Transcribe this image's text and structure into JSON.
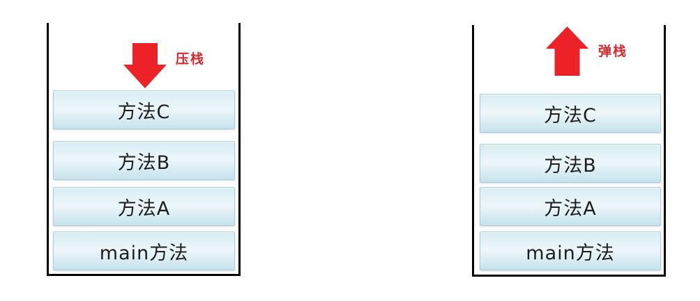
{
  "diagram_title": "stack-push-pop-illustration",
  "left_stack": {
    "operation": "push",
    "arrow": {
      "direction": "down",
      "label": "压栈"
    },
    "frames": [
      "方法C",
      "方法B",
      "方法A",
      "main方法"
    ]
  },
  "right_stack": {
    "operation": "pop",
    "arrow": {
      "direction": "up",
      "label": "弹栈"
    },
    "frames": [
      "方法C",
      "方法B",
      "方法A",
      "main方法"
    ]
  },
  "colors": {
    "arrow_red": "#ed2228",
    "label_red": "#d9262c",
    "container_border": "#000000",
    "frame_border": "#a9ced9",
    "frame_gradient_top": "#d8edf4",
    "frame_gradient_mid": "#edf7fa",
    "frame_gradient_bottom": "#c6e2ec",
    "frame_text": "#1d1d1d",
    "background": "#ffffff"
  }
}
